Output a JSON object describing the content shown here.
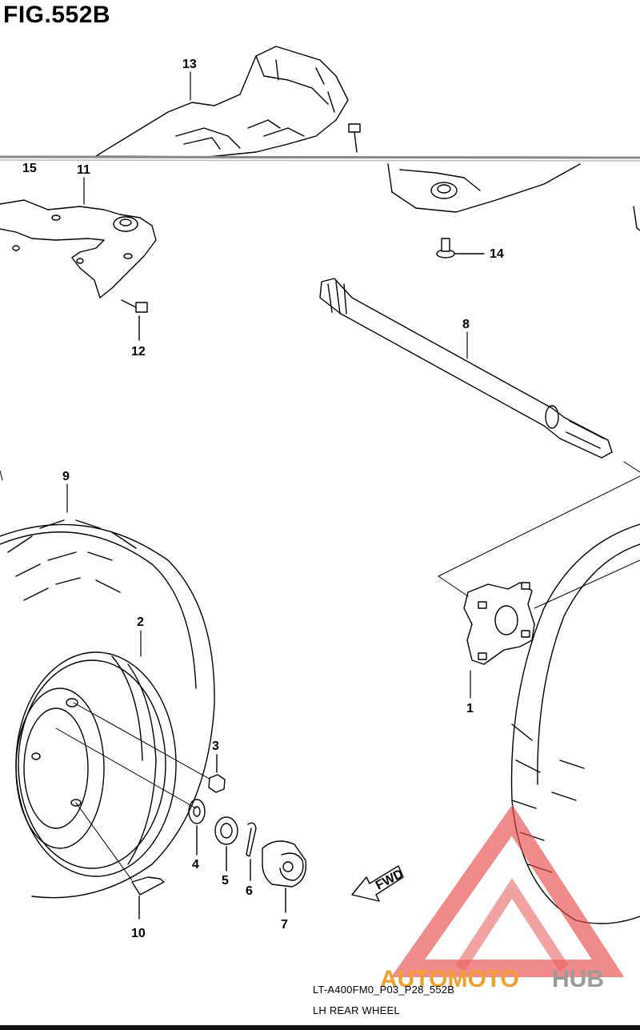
{
  "figure": {
    "title": "FIG.552B",
    "caption_code": "LT-A400FM0_P03_P28_552B",
    "caption_name": "LH REAR WHEEL",
    "fwd_label": "FWD"
  },
  "callouts": {
    "c1": "1",
    "c2": "2",
    "c3": "3",
    "c4": "4",
    "c5": "5",
    "c6": "6",
    "c7": "7",
    "c8": "8",
    "c9": "9",
    "c10": "10",
    "c11": "11",
    "c12": "12",
    "c13": "13",
    "c14": "14",
    "c15": "15"
  },
  "watermark": {
    "part1": "AUTOMOTO",
    "part2": "HUB",
    "color_primary": "#f0a030",
    "color_secondary": "#9a9a9a",
    "logo_color": "#e84a4a"
  }
}
